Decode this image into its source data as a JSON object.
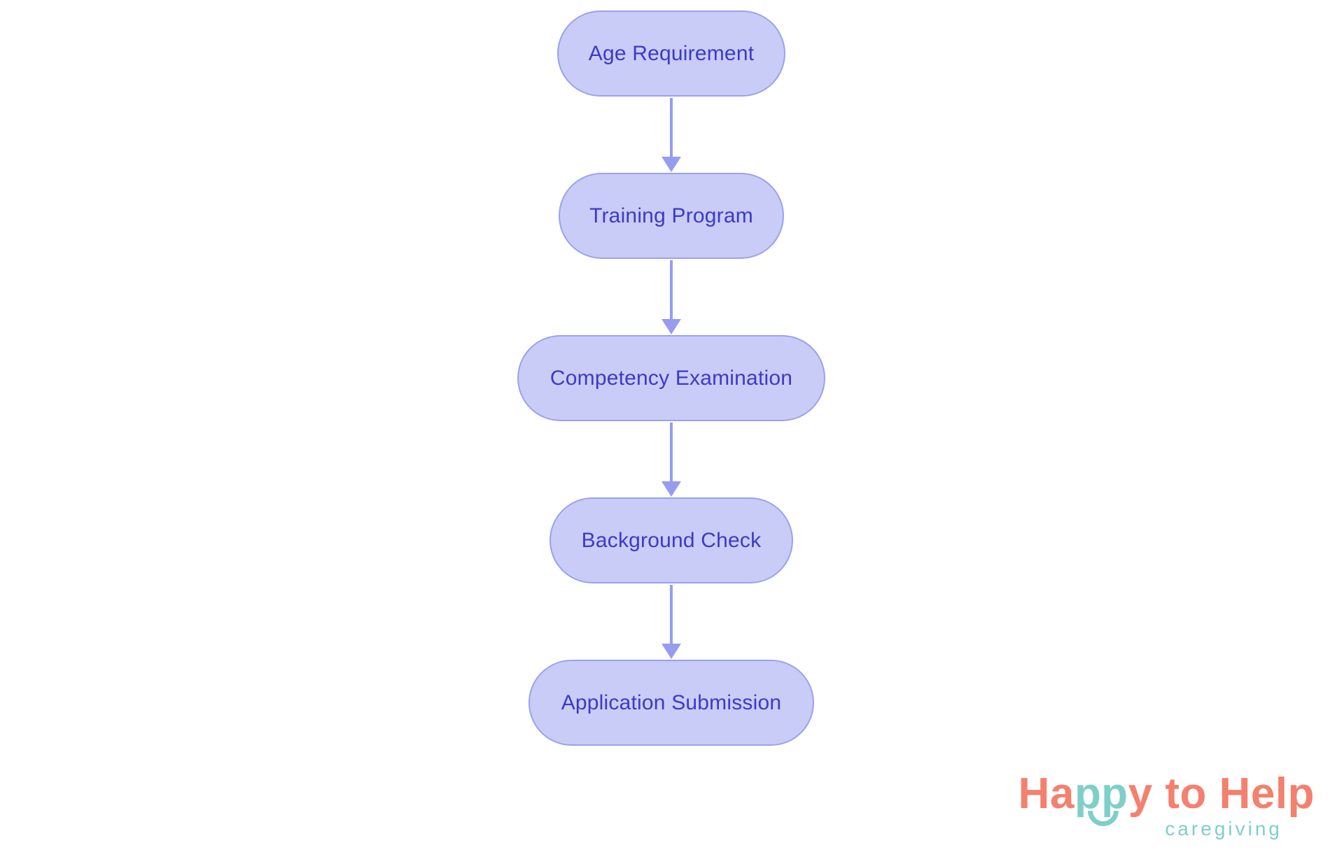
{
  "flowchart": {
    "nodes": [
      {
        "label": "Age Requirement"
      },
      {
        "label": "Training Program"
      },
      {
        "label": "Competency Examination"
      },
      {
        "label": "Background Check"
      },
      {
        "label": "Application Submission"
      }
    ],
    "colors": {
      "node_fill": "#c9ccf7",
      "node_border": "#9aa1ef",
      "node_text": "#3c3ac6",
      "arrow": "#969df0"
    }
  },
  "logo": {
    "wordmark_part1": "Ha",
    "wordmark_part2": "pp",
    "wordmark_part3": "y to Help",
    "tagline": "caregiving",
    "icons": {
      "smile": "smile-arc-icon"
    },
    "colors": {
      "coral": "#f4806e",
      "teal": "#7fcfc9"
    }
  }
}
